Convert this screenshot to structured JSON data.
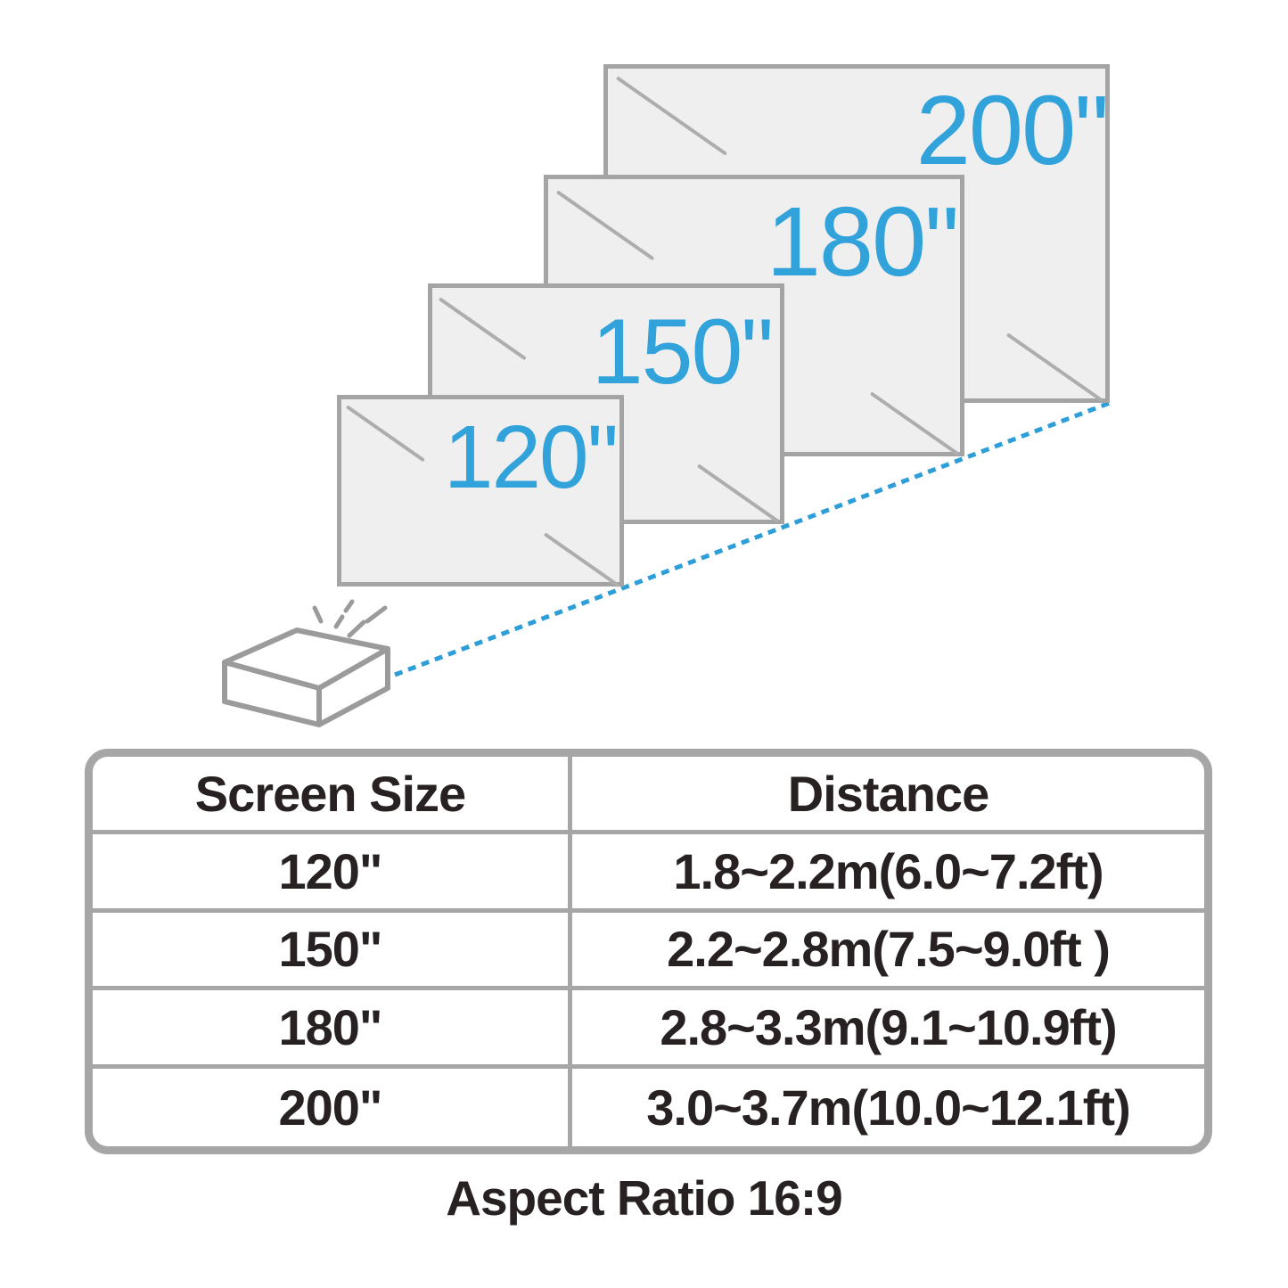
{
  "colors": {
    "accent_blue": "#31a2da",
    "beam_blue": "#2e9ed8",
    "screen_fill": "#efefef",
    "screen_border": "#a4a4a4",
    "table_border": "#a6a6a6",
    "text_dark": "#272122"
  },
  "diagram": {
    "screens": [
      {
        "label": "200\""
      },
      {
        "label": "180\""
      },
      {
        "label": "150\""
      },
      {
        "label": "120\""
      }
    ]
  },
  "table": {
    "columns": [
      "Screen Size",
      "Distance"
    ],
    "rows": [
      {
        "size": "120\"",
        "distance": "1.8~2.2m(6.0~7.2ft)"
      },
      {
        "size": "150\"",
        "distance": "2.2~2.8m(7.5~9.0ft )"
      },
      {
        "size": "180\"",
        "distance": "2.8~3.3m(9.1~10.9ft)"
      },
      {
        "size": "200\"",
        "distance": "3.0~3.7m(10.0~12.1ft)"
      }
    ]
  },
  "caption": "Aspect Ratio 16:9"
}
